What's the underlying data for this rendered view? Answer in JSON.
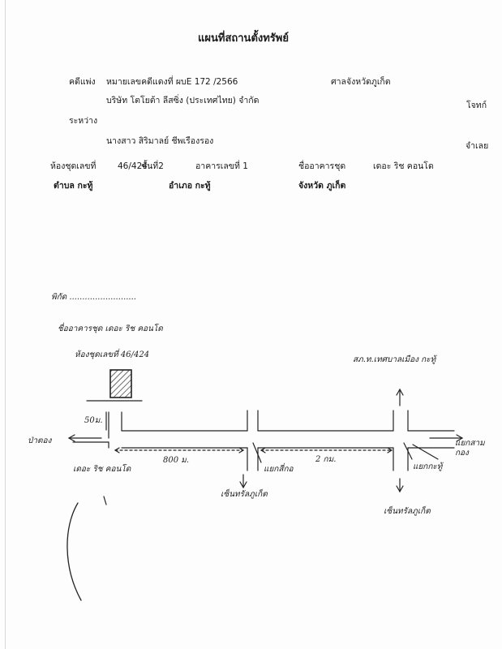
{
  "document": {
    "title": "แผนที่สถานตั้งทรัพย์",
    "header": {
      "case_label": "คดีแพ่ง",
      "case_number": "หมายเลขคดีแดงที่ ผบE 172 /2566",
      "court": "ศาลจังหวัดภูเก็ต",
      "plaintiff_name": "บริษัท โตโยต้า ลีสซิ่ง (ประเทศไทย) จำกัด",
      "plaintiff_role": "โจทก์",
      "between_label": "ระหว่าง",
      "defendant_name": "นางสาว สิริมาลย์ ชีพเรืองรอง",
      "defendant_role": "จำเลย"
    },
    "property": {
      "unit_label": "ห้องชุดเลขที่",
      "unit_value": "46/424",
      "floor": "ชั้นที่2",
      "building_label": "อาคารเลขที่ 1",
      "condo_name_label": "ชื่ออาคารชุด",
      "condo_name": "เดอะ ริช คอนโด",
      "subdistrict": "ตำบล กะทู้",
      "district": "อำเภอ กะทู้",
      "province": "จังหวัด ภูเก็ต"
    }
  },
  "map": {
    "coordinates": "พิกัด ..........................",
    "condo_label": "ชื่ออาคารชุด เดอะ ริช คอนโด",
    "unit_label": "ห้องชุดเลขที่ 46/424",
    "distance_small": "50ม.",
    "dir_left": "ป่าตอง",
    "condo_entrance": "เดอะ ริช คอนโด",
    "distance_1": "800 ม.",
    "distance_2": "2 กม.",
    "junction_1": "แยกสี่กอ",
    "junction_2": "แยกกะทู้",
    "south_1": "เซ็นทรัลภูเก็ต",
    "south_2": "เซ็นทรัลภูเก็ต",
    "north_label": "สภ.ท.เทศบาลเมือง กะทู้",
    "dir_right": "แยกสามกอง"
  }
}
